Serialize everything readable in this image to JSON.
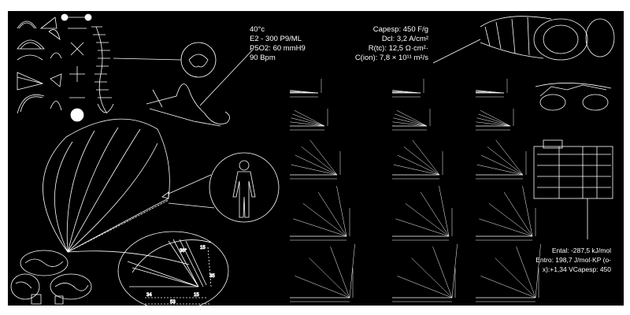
{
  "vitals": {
    "temp": "40°c",
    "e2": "E2 - 300 P9/ML",
    "pso2": "P5O2: 60 mmH9",
    "heart_rate": "90 Bpm"
  },
  "electro": {
    "capesp": "Capesp: 450 F/g",
    "dcl": "Dcl: 3,2 A/cm²",
    "rtc": "R(tc): 12,5 Ω·cm²·",
    "cion": "C(ion): 7,8 × 10¹¹ m²/s"
  },
  "thermo": {
    "ental": "Ental: -287,5 kJ/mol",
    "entro": "Entro: 198,7 J/mol·KP (o-",
    "x": "x):+1,34 VCapesp: 450"
  },
  "fan_dims": {
    "d1": "34",
    "d2": "15",
    "d3": "53",
    "angle": "36°",
    "d4": "15",
    "d5": "35"
  },
  "colors": {
    "background": "#000000",
    "line": "#ffffff"
  }
}
